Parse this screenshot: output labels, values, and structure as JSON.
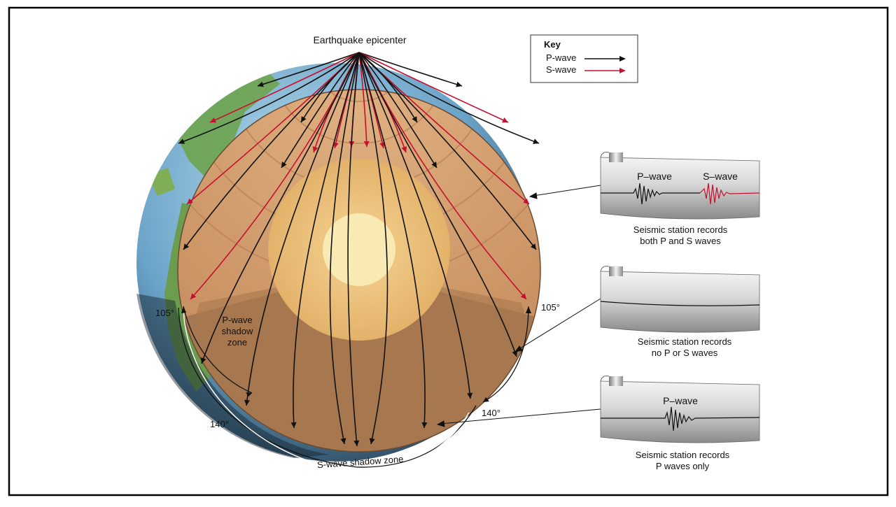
{
  "diagram": {
    "epicenter_label": "Earthquake epicenter",
    "key": {
      "title": "Key",
      "items": [
        {
          "label": "P-wave",
          "color": "#111111"
        },
        {
          "label": "S-wave",
          "color": "#c8102e"
        }
      ]
    },
    "angles": {
      "left_105": "105°",
      "right_105": "105°",
      "left_140": "140°",
      "right_140": "140°"
    },
    "p_shadow_label": [
      "P-wave",
      "shadow",
      "zone"
    ],
    "s_shadow_label": "S-wave shadow zone",
    "stations": [
      {
        "trace_labels": [
          "P–wave",
          "S–wave"
        ],
        "caption": [
          "Seismic station records",
          "both P and S waves"
        ]
      },
      {
        "trace_labels": [],
        "caption": [
          "Seismic station records",
          "no P or S waves"
        ]
      },
      {
        "trace_labels": [
          "P–wave"
        ],
        "caption": [
          "Seismic station records",
          "P waves only"
        ]
      }
    ],
    "colors": {
      "mantle": "#d29a6c",
      "mantle_dark": "#a57752",
      "outer_core": "#efc27c",
      "inner_core": "#f9eab3",
      "ocean": "#8fc2df",
      "land": "#6ea44f",
      "p_wave": "#111111",
      "s_wave": "#c8102e",
      "frame": "#000000"
    }
  }
}
